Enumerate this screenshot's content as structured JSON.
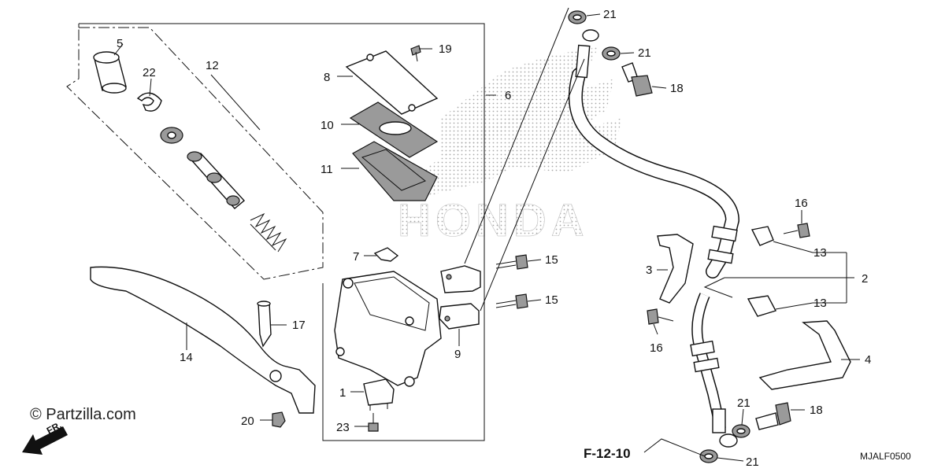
{
  "callouts": {
    "c1": "1",
    "c2": "2",
    "c3": "3",
    "c4": "4",
    "c5": "5",
    "c6": "6",
    "c7": "7",
    "c8": "8",
    "c9": "9",
    "c10": "10",
    "c11": "11",
    "c12": "12",
    "c13a": "13",
    "c13b": "13",
    "c14": "14",
    "c15a": "15",
    "c15b": "15",
    "c16a": "16",
    "c16b": "16",
    "c17": "17",
    "c18a": "18",
    "c18b": "18",
    "c19": "19",
    "c20": "20",
    "c21a": "21",
    "c21b": "21",
    "c21c": "21",
    "c21d": "21",
    "c22": "22",
    "c23": "23"
  },
  "reference": "F-12-10",
  "diagram_code": "MJALF0500",
  "copyright": "© Partzilla.com",
  "direction": "FR.",
  "watermark": "HONDA",
  "icons": {
    "direction_arrow": "arrow-down-left-icon",
    "watermark_logo": "honda-wing-logo"
  }
}
